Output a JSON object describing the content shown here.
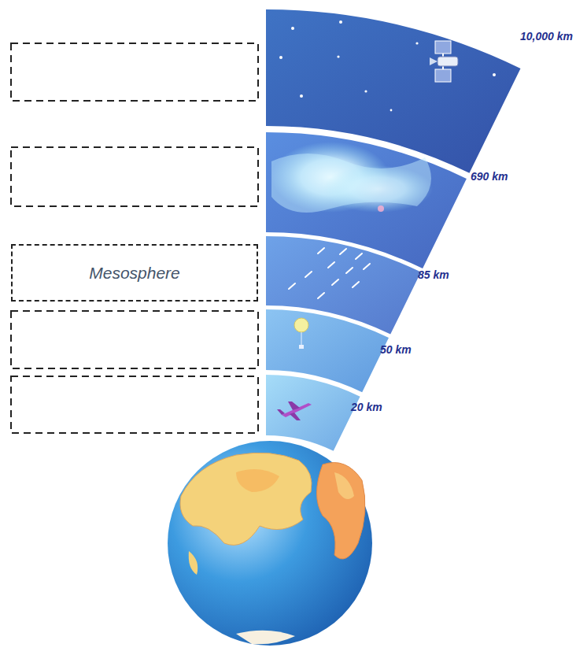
{
  "diagram": {
    "nodes": [
      {
        "text": [
          "Mesosphere"
        ]
      }
    ],
    "labels": [
      "10,000 km",
      "690 km",
      "85 km",
      "50 km",
      "20 km"
    ]
  }
}
